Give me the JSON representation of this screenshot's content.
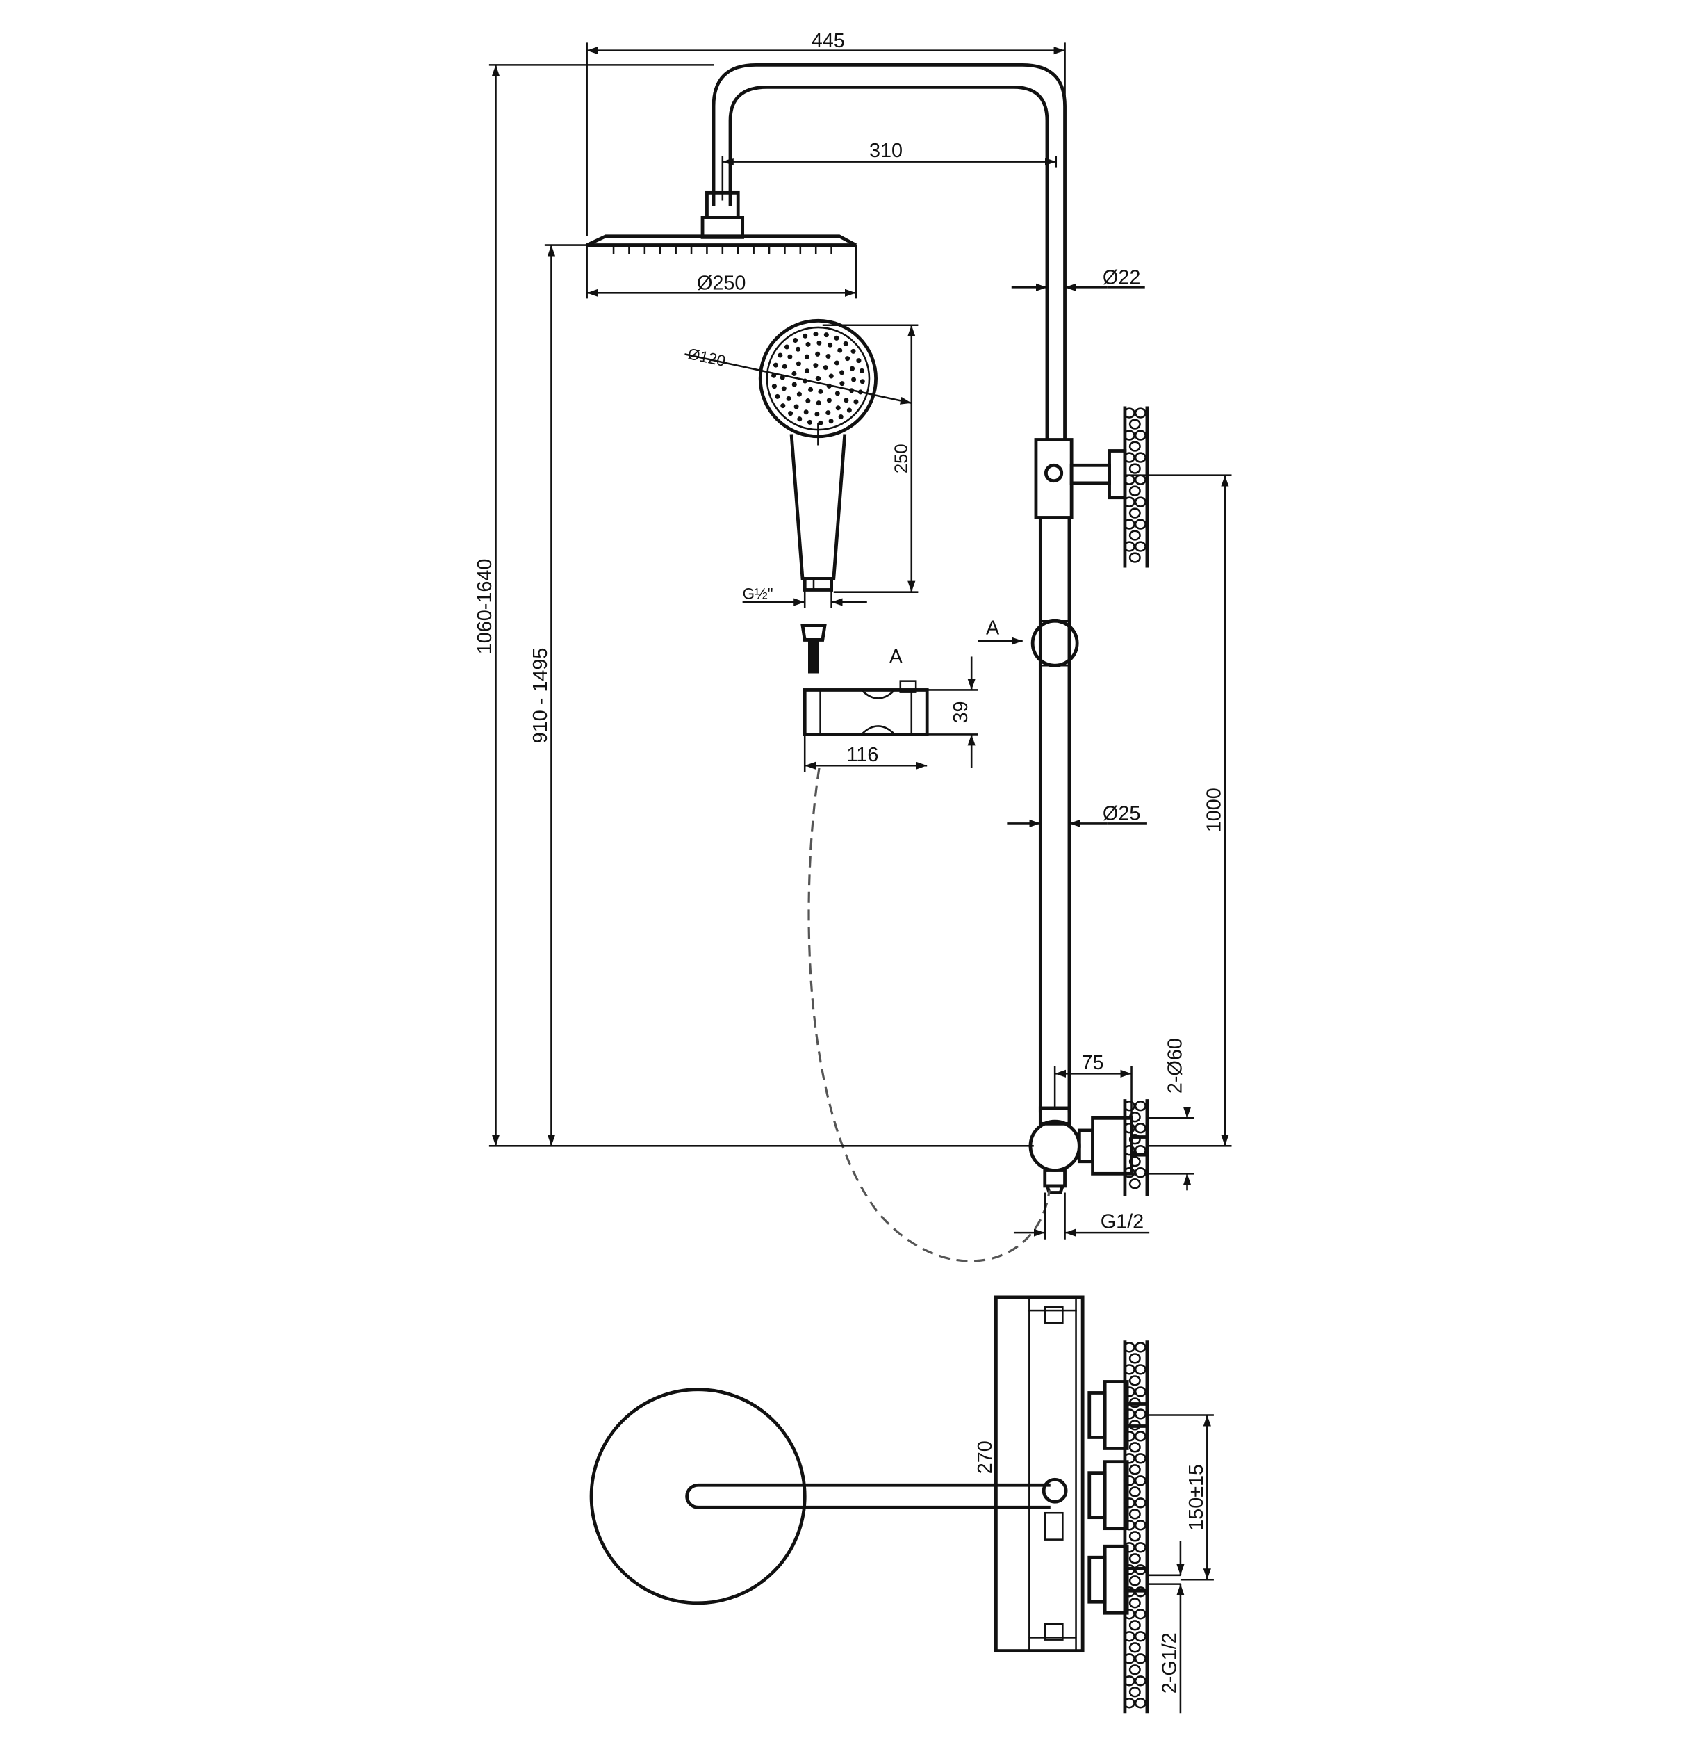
{
  "dimensions": {
    "overall_width": "445",
    "arm_length": "310",
    "head_diameter": "Ø250",
    "riser_top_diameter": "Ø22",
    "hand_shower_diameter": "Ø120",
    "hand_shower_length": "250",
    "hand_thread": "G½\"",
    "total_height": "1060-1640",
    "head_height": "910 - 1495",
    "slider_height": "39",
    "slider_width": "116",
    "riser_diameter": "Ø25",
    "bracket_spacing": "1000",
    "valve_offset": "75",
    "escutcheon_diameter": "2-Ø60",
    "outlet_thread": "G1/2",
    "mixer_length": "270",
    "inlet_spacing": "150±15",
    "inlet_threads": "2-G1/2"
  },
  "section_marks": {
    "riser_marker": "A",
    "detail_label": "A"
  }
}
